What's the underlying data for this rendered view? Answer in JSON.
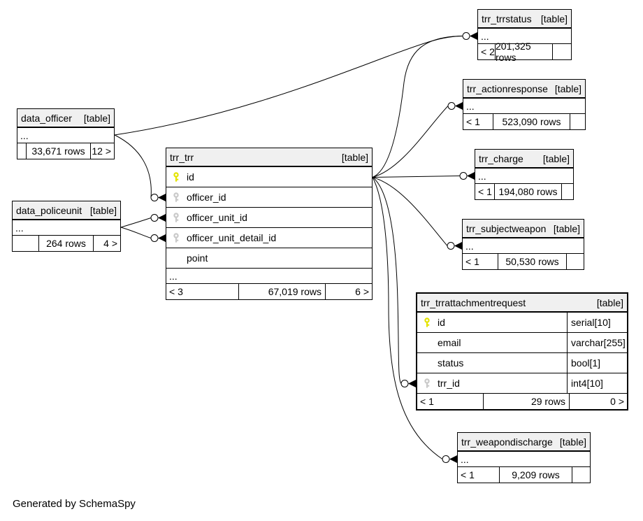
{
  "note": "Generated by SchemaSpy",
  "colors": {
    "header_bg": "#f0f0f0",
    "primary_key_icon": "#e4e400",
    "foreign_key_icon": "#c9c9c9",
    "border": "#000000"
  },
  "tables": {
    "data_officer": {
      "name": "data_officer",
      "tag": "[table]",
      "dots": "...",
      "footer": [
        "",
        "33,671 rows",
        "12 >"
      ]
    },
    "data_policeunit": {
      "name": "data_policeunit",
      "tag": "[table]",
      "dots": "...",
      "footer": [
        "",
        "264 rows",
        "4 >"
      ]
    },
    "trr_trr": {
      "name": "trr_trr",
      "tag": "[table]",
      "dots": "...",
      "columns": [
        {
          "key": "primary",
          "label": "id"
        },
        {
          "key": "foreign",
          "label": "officer_id"
        },
        {
          "key": "foreign",
          "label": "officer_unit_id"
        },
        {
          "key": "foreign",
          "label": "officer_unit_detail_id"
        },
        {
          "key": "none",
          "label": "point"
        }
      ],
      "footer": [
        "< 3",
        "67,019 rows",
        "6 >"
      ]
    },
    "trr_trrstatus": {
      "name": "trr_trrstatus",
      "tag": "[table]",
      "dots": "...",
      "footer": [
        "< 2",
        "201,325 rows",
        ""
      ]
    },
    "trr_actionresponse": {
      "name": "trr_actionresponse",
      "tag": "[table]",
      "dots": "...",
      "footer": [
        "< 1",
        "523,090 rows",
        ""
      ]
    },
    "trr_charge": {
      "name": "trr_charge",
      "tag": "[table]",
      "dots": "...",
      "footer": [
        "< 1",
        "194,080 rows",
        ""
      ]
    },
    "trr_subjectweapon": {
      "name": "trr_subjectweapon",
      "tag": "[table]",
      "dots": "...",
      "footer": [
        "< 1",
        "50,530 rows",
        ""
      ]
    },
    "trr_trrattachmentrequest": {
      "name": "trr_trrattachmentrequest",
      "tag": "[table]",
      "columns": [
        {
          "key": "primary",
          "label": "id",
          "type": "serial[10]"
        },
        {
          "key": "none",
          "label": "email",
          "type": "varchar[255]"
        },
        {
          "key": "none",
          "label": "status",
          "type": "bool[1]"
        },
        {
          "key": "foreign",
          "label": "trr_id",
          "type": "int4[10]"
        }
      ],
      "footer": [
        "< 1",
        "29 rows",
        "0 >"
      ]
    },
    "trr_weapondischarge": {
      "name": "trr_weapondischarge",
      "tag": "[table]",
      "dots": "...",
      "footer": [
        "< 1",
        "9,209 rows",
        ""
      ]
    }
  }
}
